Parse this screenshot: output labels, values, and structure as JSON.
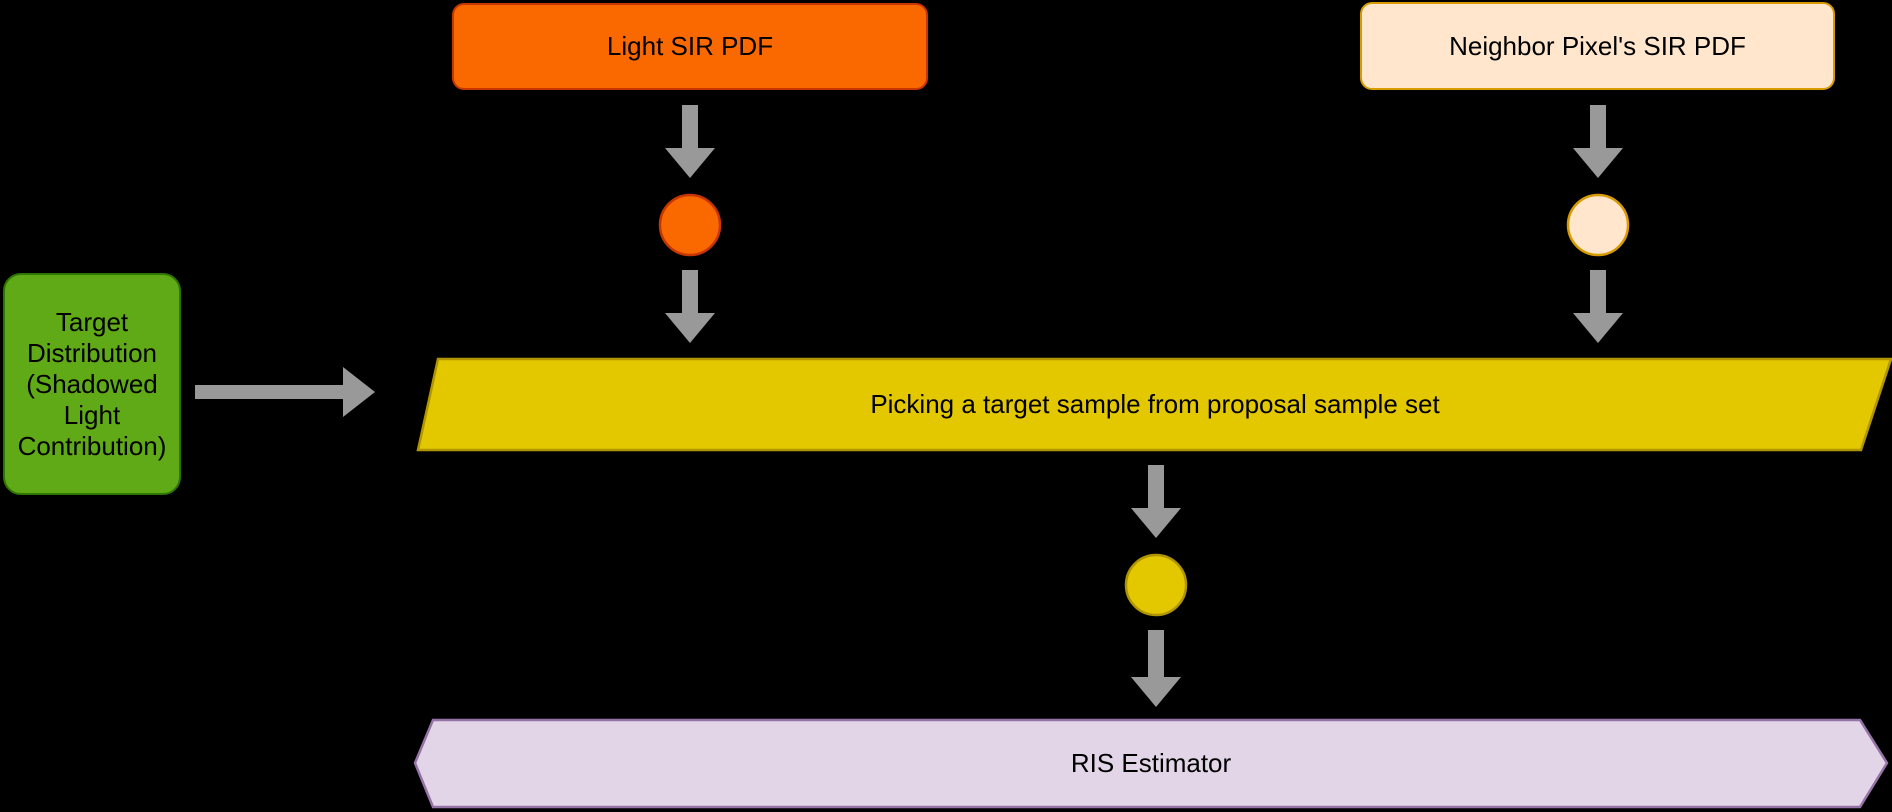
{
  "diagram_title": "",
  "colors": {
    "background": "#000000",
    "text": "#000000",
    "arrow": "#999999",
    "light_fill": "#FA6800",
    "light_stroke": "#C73500",
    "neighbor_fill": "#FFE6CC",
    "neighbor_stroke": "#D79B00",
    "green_fill": "#60A917",
    "green_stroke": "#2D7600",
    "yellow_fill": "#E3C800",
    "yellow_stroke": "#B09500",
    "purple_fill": "#E1D5E7",
    "purple_stroke": "#9673A6"
  },
  "nodes": {
    "light_sir": {
      "label": "Light SIR PDF",
      "shape": "rounded-rectangle"
    },
    "neighbor_sir": {
      "label": "Neighbor Pixel's SIR PDF",
      "shape": "rounded-rectangle"
    },
    "target_distribution": {
      "label": "Target\nDistribution\n(Shadowed\nLight\nContribution)",
      "shape": "rounded-rectangle"
    },
    "picking": {
      "label": "Picking a target sample from proposal sample set",
      "shape": "parallelogram"
    },
    "ris": {
      "label": "RIS Estimator",
      "shape": "hexagon"
    }
  },
  "connectors": {
    "light_to_dot": "arrow-down",
    "light_dot_to_picking": "arrow-down",
    "neighbor_to_dot": "arrow-down",
    "neighbor_dot_to_picking": "arrow-down",
    "target_to_picking": "arrow-right",
    "picking_to_dot": "arrow-down",
    "picking_dot_to_ris": "arrow-down"
  },
  "dots": {
    "light_sample": "orange-circle",
    "neighbor_sample": "cream-circle",
    "target_sample": "yellow-circle"
  }
}
